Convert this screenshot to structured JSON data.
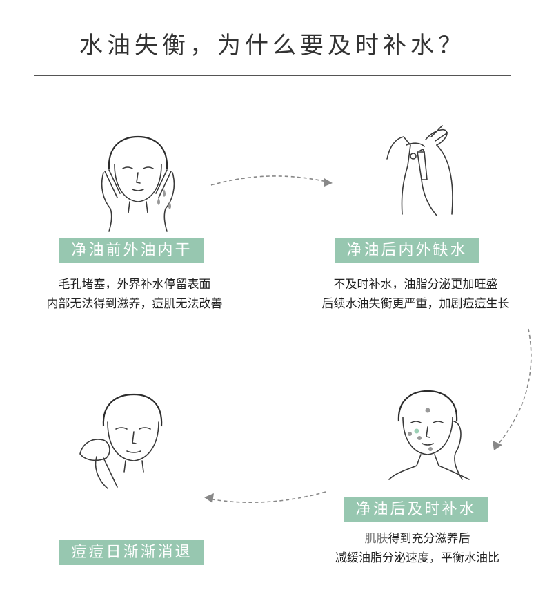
{
  "title": "水油失衡，为什么要及时补水？",
  "steps": [
    {
      "label": "净油前外油内干",
      "lines": [
        "毛孔堵塞，外界补水停留表面",
        "内部无法得到滋养，痘肌无法改善"
      ]
    },
    {
      "label": "净油后内外缺水",
      "lines": [
        "不及时补水，油脂分泌更加旺盛",
        "后续水油失衡更严重，加剧痘痘生长"
      ]
    },
    {
      "label": "净油后及时补水",
      "line1_gray": "肌肤",
      "line1_rest": "得到充分滋养后",
      "line2": "减缓油脂分泌速度，平衡水油比"
    },
    {
      "label": "痘痘日渐渐消退"
    }
  ],
  "colors": {
    "label_bg": "#97c7b0",
    "dot_green": "#9bd0b5",
    "dot_gray": "#999999"
  },
  "icons": [
    "face-washing-icon",
    "hands-pouring-bottle-icon",
    "face-with-spots-icon",
    "face-with-sponge-icon",
    "water-drops-icon"
  ]
}
